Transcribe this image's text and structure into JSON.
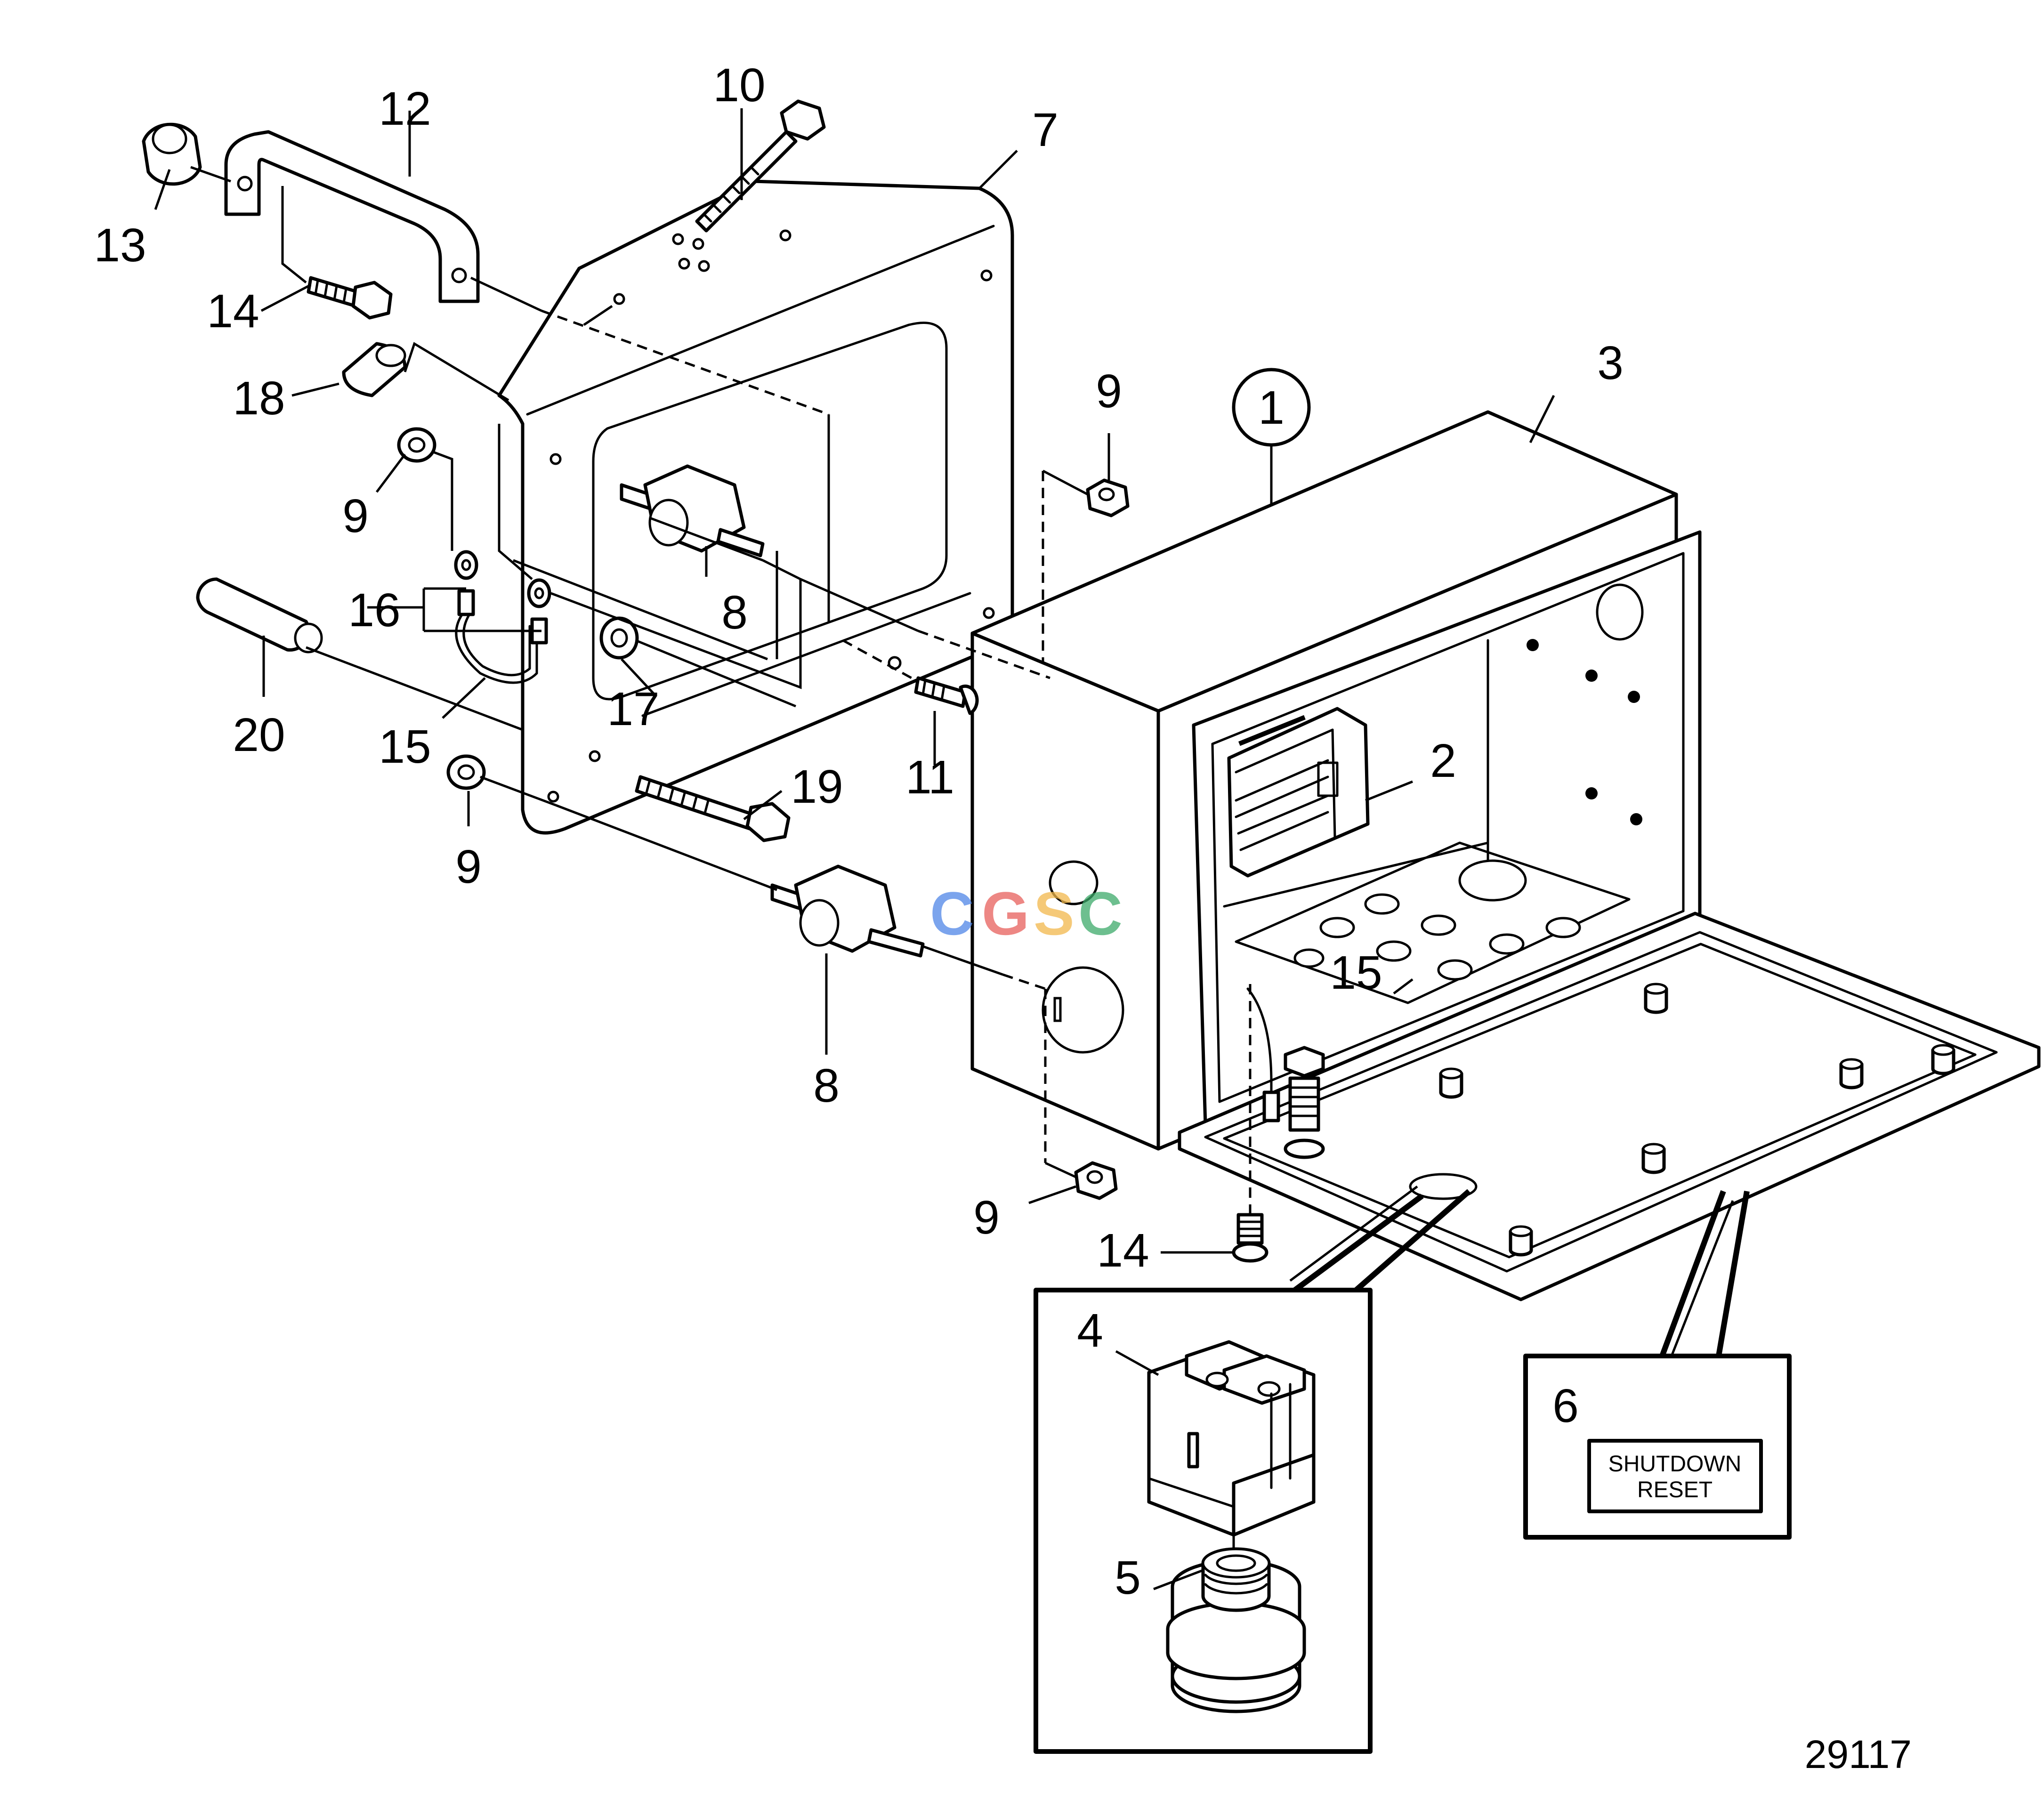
{
  "diagram": {
    "reference_number": "29117",
    "watermark": {
      "letters": [
        "C",
        "G",
        "S",
        "C"
      ],
      "colors": [
        "#4f86e8",
        "#e8605c",
        "#f2b84b",
        "#3daa6a"
      ]
    },
    "callouts": {
      "c1": "1",
      "c2": "2",
      "c3": "3",
      "c4": "4",
      "c5": "5",
      "c6": "6",
      "c7": "7",
      "c8a": "8",
      "c8b": "8",
      "c9a": "9",
      "c9b": "9",
      "c9c": "9",
      "c9d": "9",
      "c10": "10",
      "c11": "11",
      "c12": "12",
      "c13": "13",
      "c14a": "14",
      "c14b": "14",
      "c15a": "15",
      "c15b": "15",
      "c16": "16",
      "c17": "17",
      "c18": "18",
      "c19": "19",
      "c20": "20"
    },
    "label_plate": {
      "line1": "SHUTDOWN",
      "line2": "RESET"
    }
  }
}
